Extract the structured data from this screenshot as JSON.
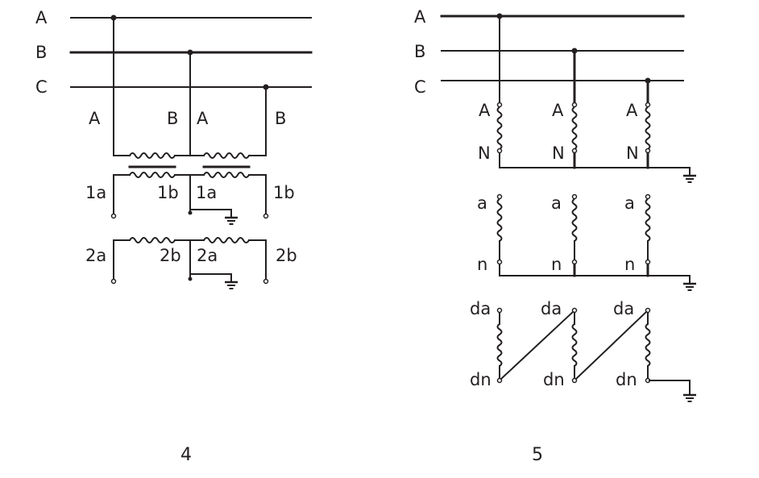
{
  "left_diagram": {
    "bus_labels": [
      "A",
      "B",
      "C"
    ],
    "primary_labels": [
      "A",
      "B",
      "A",
      "B"
    ],
    "secondary1_labels": [
      "1a",
      "1b",
      "1a",
      "1b"
    ],
    "secondary2_labels": [
      "2a",
      "2b",
      "2a",
      "2b"
    ],
    "caption": "4"
  },
  "right_diagram": {
    "bus_labels": [
      "A",
      "B",
      "C"
    ],
    "primary_top": [
      "A",
      "A",
      "A"
    ],
    "primary_bottom": [
      "N",
      "N",
      "N"
    ],
    "secondary_top": [
      "a",
      "a",
      "a"
    ],
    "secondary_bottom": [
      "n",
      "n",
      "n"
    ],
    "tertiary_top": [
      "da",
      "da",
      "da"
    ],
    "tertiary_bottom": [
      "dn",
      "dn",
      "dn"
    ],
    "caption": "5"
  }
}
